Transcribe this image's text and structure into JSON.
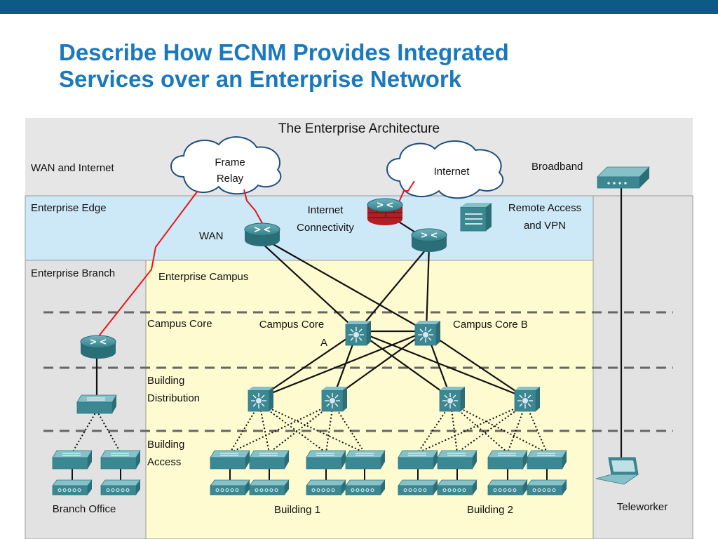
{
  "slide": {
    "title_line1": "Describe How ECNM Provides Integrated",
    "title_line2": "Services over an Enterprise Network"
  },
  "diagram": {
    "title": "The Enterprise Architecture",
    "zones": {
      "wan_internet": "WAN and Internet",
      "enterprise_edge": "Enterprise Edge",
      "enterprise_branch": "Enterprise Branch",
      "enterprise_campus": "Enterprise Campus"
    },
    "layers": {
      "campus_core": "Campus Core",
      "building_distribution_1": "Building",
      "building_distribution_2": "Distribution",
      "building_access_1": "Building",
      "building_access_2": "Access"
    },
    "clouds": {
      "frame_relay_1": "Frame",
      "frame_relay_2": "Relay",
      "internet": "Internet"
    },
    "labels": {
      "broadband": "Broadband",
      "internet_connectivity_1": "Internet",
      "internet_connectivity_2": "Connectivity",
      "remote_access_1": "Remote Access",
      "remote_access_2": "and VPN",
      "wan": "WAN",
      "campus_core_a_1": "Campus Core",
      "campus_core_a_2": "A",
      "campus_core_b": "Campus Core B",
      "branch_office": "Branch Office",
      "building_1": "Building 1",
      "building_2": "Building 2",
      "teleworker": "Teleworker"
    },
    "colors": {
      "edge_zone": "#cde8f6",
      "campus_zone": "#fefbd0",
      "outer_zone": "#e5e5e5",
      "wan_link": "#e8141c",
      "device": "#3f8f9a",
      "header_bar": "#0f5a85",
      "title_text": "#1a79bd"
    }
  }
}
